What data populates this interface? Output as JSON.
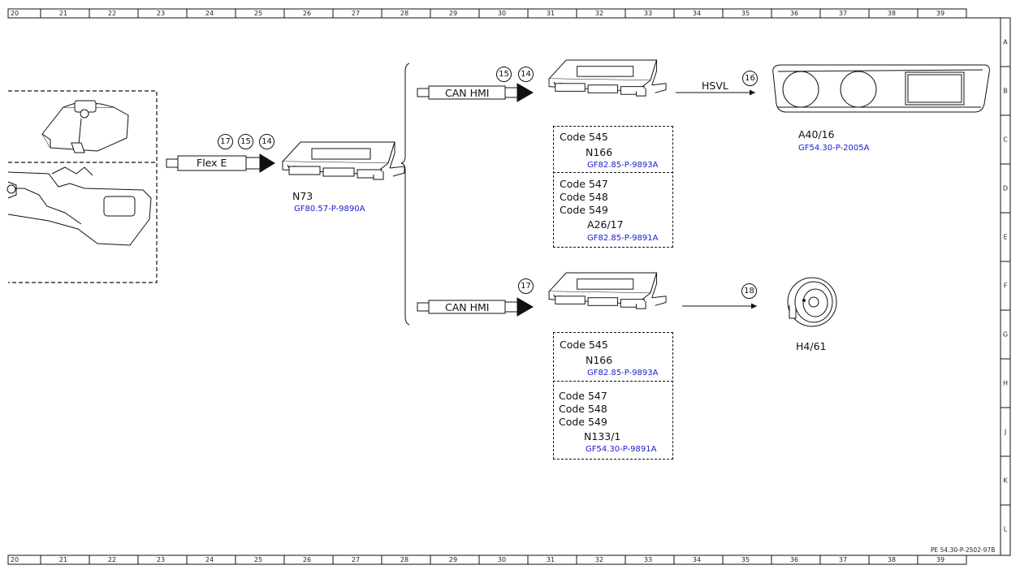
{
  "grid": {
    "columns": [
      "20",
      "21",
      "22",
      "23",
      "24",
      "25",
      "26",
      "27",
      "28",
      "29",
      "30",
      "31",
      "32",
      "33",
      "34",
      "35",
      "36",
      "37",
      "38",
      "39"
    ],
    "rows": [
      "A",
      "B",
      "C",
      "D",
      "E",
      "F",
      "G",
      "H",
      "J",
      "K",
      "L"
    ]
  },
  "source": {
    "bus_label": "Flex E",
    "callouts": [
      "17",
      "15",
      "14"
    ]
  },
  "n73": {
    "name": "N73",
    "ref": "GF80.57-P-9890A"
  },
  "branch_upper": {
    "bus_label": "CAN HMI",
    "callouts": [
      "15",
      "14"
    ],
    "box1": {
      "code": "Code 545",
      "name": "N166",
      "ref": "GF82.85-P-9893A"
    },
    "box2": {
      "codes": [
        "Code 547",
        "Code 548",
        "Code 549"
      ],
      "name": "A26/17",
      "ref": "GF82.85-P-9891A"
    },
    "link_label": "HSVL",
    "link_callout": "16",
    "target": {
      "name": "A40/16",
      "ref": "GF54.30-P-2005A"
    }
  },
  "branch_lower": {
    "bus_label": "CAN HMI",
    "callout": "17",
    "box1": {
      "code": "Code 545",
      "name": "N166",
      "ref": "GF82.85-P-9893A"
    },
    "box2": {
      "codes": [
        "Code 547",
        "Code 548",
        "Code 549"
      ],
      "name": "N133/1",
      "ref": "GF54.30-P-9891A"
    },
    "link_callout": "18",
    "target": {
      "name": "H4/61"
    }
  },
  "doc_number": "PE 54.30-P-2502-97B"
}
